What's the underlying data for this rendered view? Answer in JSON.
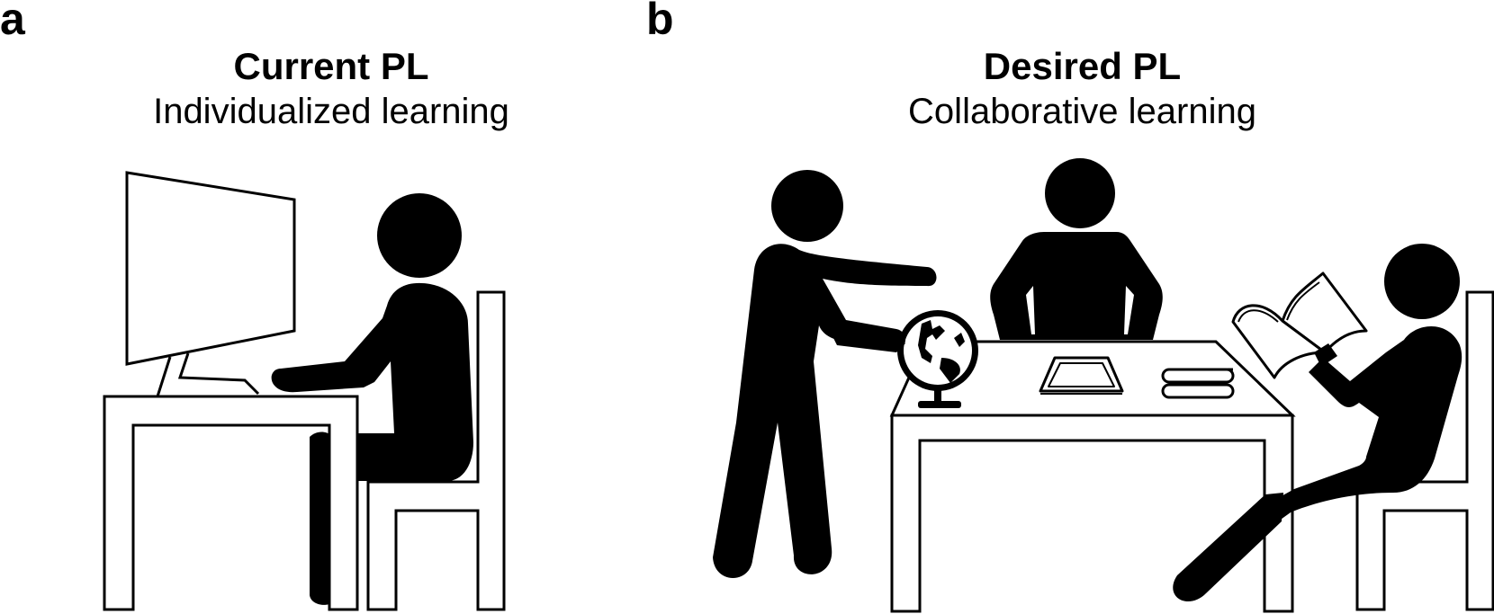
{
  "panels": [
    {
      "letter": "a",
      "title": "Current PL",
      "subtitle": "Individualized learning"
    },
    {
      "letter": "b",
      "title": "Desired PL",
      "subtitle": "Collaborative learning"
    }
  ],
  "colors": {
    "ink": "#000000",
    "paper": "#ffffff"
  }
}
